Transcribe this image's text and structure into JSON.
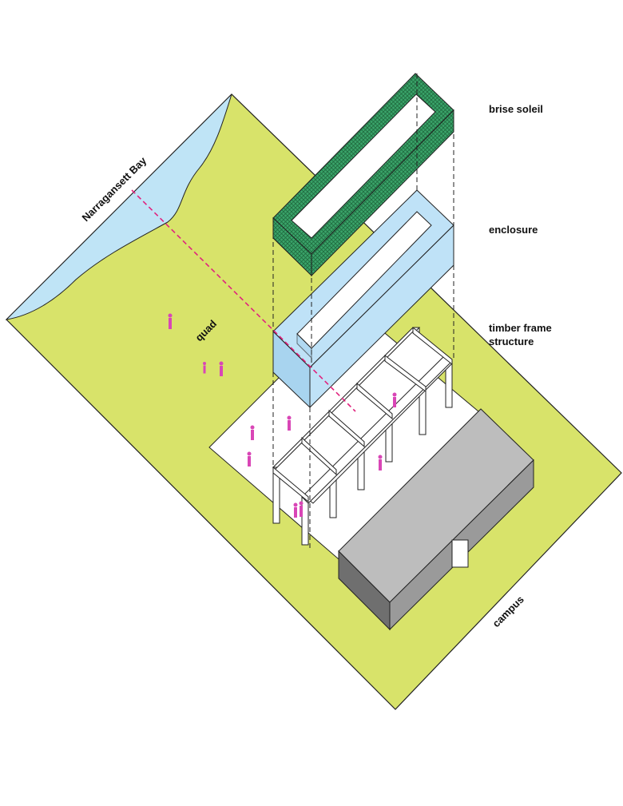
{
  "labels": {
    "brise_soleil": "brise soleil",
    "enclosure": "enclosure",
    "timber_frame_line1": "timber frame",
    "timber_frame_line2": "structure",
    "bay": "Narragansett Bay",
    "quad": "quad",
    "campus": "campus"
  },
  "colors": {
    "ground": "#d8e36a",
    "water": "#bfe4f6",
    "plaza": "#ffffff",
    "enclosure": "#bfe2f7",
    "brise": "#3aa46a",
    "volume_top": "#bdbdbd",
    "volume_side": "#6f6f6f",
    "axis_line": "#e0237e",
    "people": "#d946b6"
  },
  "icons": [
    "person-icon"
  ]
}
